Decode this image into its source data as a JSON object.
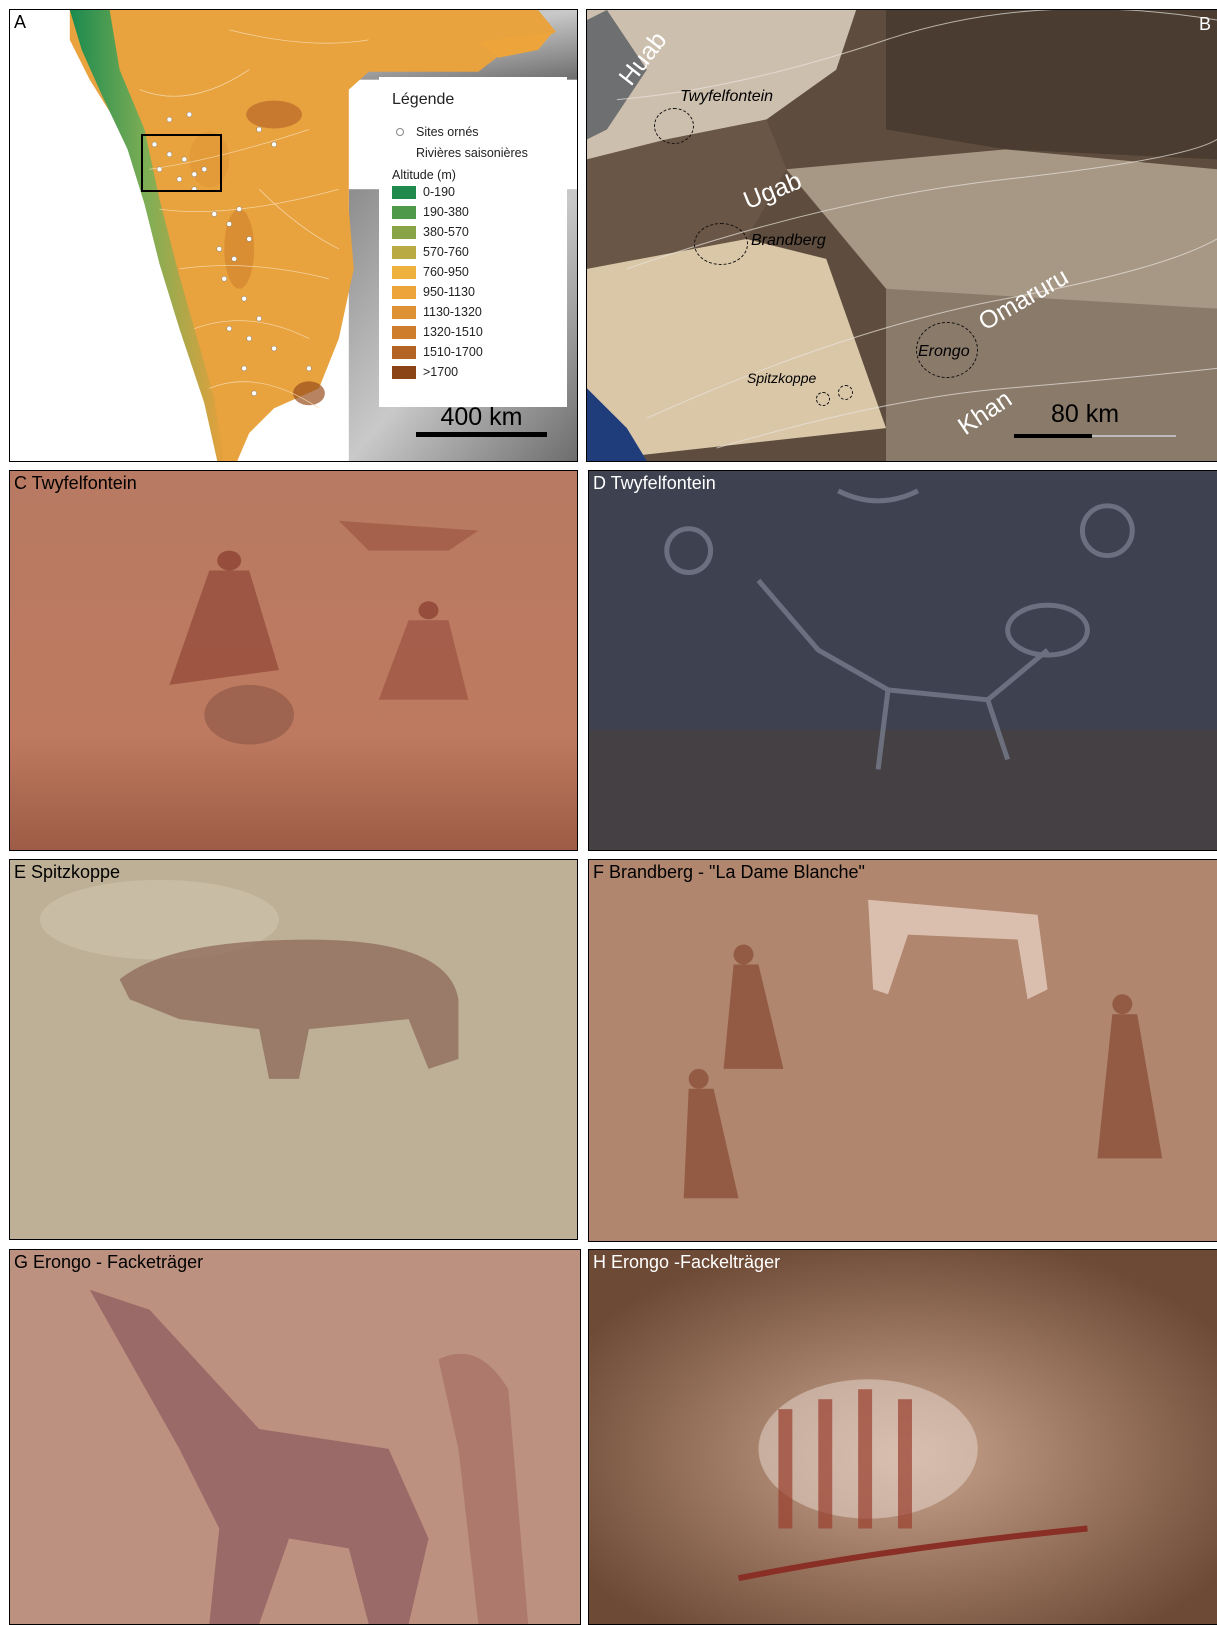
{
  "panel_a": {
    "label": "A",
    "legend": {
      "title": "Légende",
      "sites": "Sites ornés",
      "rivers": "Rivières saisonières",
      "altitude_title": "Altitude (m)",
      "classes": [
        {
          "label": "0-190",
          "color": "#1f8a4c"
        },
        {
          "label": "190-380",
          "color": "#4e9a4a"
        },
        {
          "label": "380-570",
          "color": "#88a447"
        },
        {
          "label": "570-760",
          "color": "#b9aa44"
        },
        {
          "label": "760-950",
          "color": "#eeb13e"
        },
        {
          "label": "950-1130",
          "color": "#eda43a"
        },
        {
          "label": "1130-1320",
          "color": "#de9234"
        },
        {
          "label": "1320-1510",
          "color": "#cd7d2b"
        },
        {
          "label": "1510-1700",
          "color": "#b36424"
        },
        {
          "label": ">1700",
          "color": "#8a4415"
        }
      ]
    },
    "scale": "400 km"
  },
  "panel_b": {
    "label": "B",
    "rivers": [
      "Huab",
      "Ugab",
      "Omaruru",
      "Khan"
    ],
    "sites": [
      "Twyfelfontein",
      "Brandberg",
      "Erongo",
      "Spitzkoppe"
    ],
    "scale": "80 km"
  },
  "photos": {
    "c": "C Twyfelfontein",
    "d": "D Twyfelfontein",
    "e": "E Spitzkoppe",
    "f": "F Brandberg  - \"La Dame Blanche\"",
    "g": "G Erongo - Facketräger",
    "h": "H Erongo -Fackelträger"
  },
  "colors": {
    "ocean_grey": "#9a9a9a",
    "highland_orange": "#e69a3a",
    "sandstone_red": "#b86a52"
  }
}
